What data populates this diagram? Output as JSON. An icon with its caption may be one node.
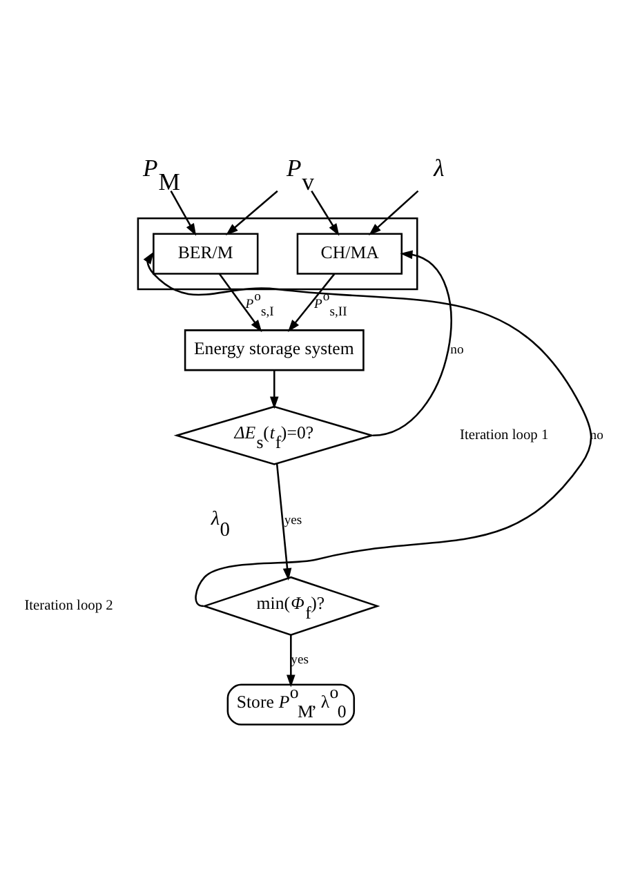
{
  "diagram": {
    "nodes": [
      {
        "text": [],
        "shape": "box"
      },
      {
        "text": [
          "BER/M"
        ],
        "in": 0
      },
      {
        "text": [
          "CH/MA"
        ],
        "in": 0
      },
      {
        "text": [
          "Energy storage system"
        ]
      },
      {
        "text": [
          "*ΔE*$_{s}$(*t*$_{f}$)=0?"
        ]
      },
      {
        "text": [
          "min(*Φ*$_{f}$)?"
        ]
      },
      {
        "text": [
          "Store *P*$^{o}$$_{M}$, λ$^{o}$$_{0}$"
        ]
      },
      {
        "text": [
          "*P*$_{v}$"
        ]
      },
      {
        "text": [
          "*P*$_{M}$"
        ]
      },
      {
        "text": [
          "*λ*"
        ]
      }
    ],
    "edges": [
      {
        "from": 7,
        "to": 1,
        "arrow": "to"
      },
      {
        "from": 7,
        "to": 2,
        "arrow": "to"
      },
      {
        "from": 8,
        "to": 1,
        "arrow": "to"
      },
      {
        "from": 9,
        "to": 2,
        "arrow": "to"
      },
      {
        "from": 1,
        "to": 3,
        "arrow": "to",
        "label": "*P*$^{o}$$_{s,I}$"
      },
      {
        "from": 2,
        "to": 3,
        "arrow": "to",
        "label": "*P*$^{o}$$_{s,II}$"
      },
      {
        "from": 3,
        "to": 4,
        "arrow": "to"
      },
      {
        "from": 4,
        "to": 5,
        "arrow": "to",
        "label": "yes"
      },
      {
        "from": 4,
        "to": 2,
        "arrow": "to",
        "label": "no"
      },
      {
        "from": 5,
        "to": 1,
        "arrow": "to",
        "label": "no"
      },
      {
        "from": 5,
        "to": 6,
        "arrow": "to",
        "label": "yes"
      }
    ],
    "labels": [
      "Iteration loop 1",
      "*λ*$_{0}$",
      "Iteration loop 2"
    ]
  }
}
